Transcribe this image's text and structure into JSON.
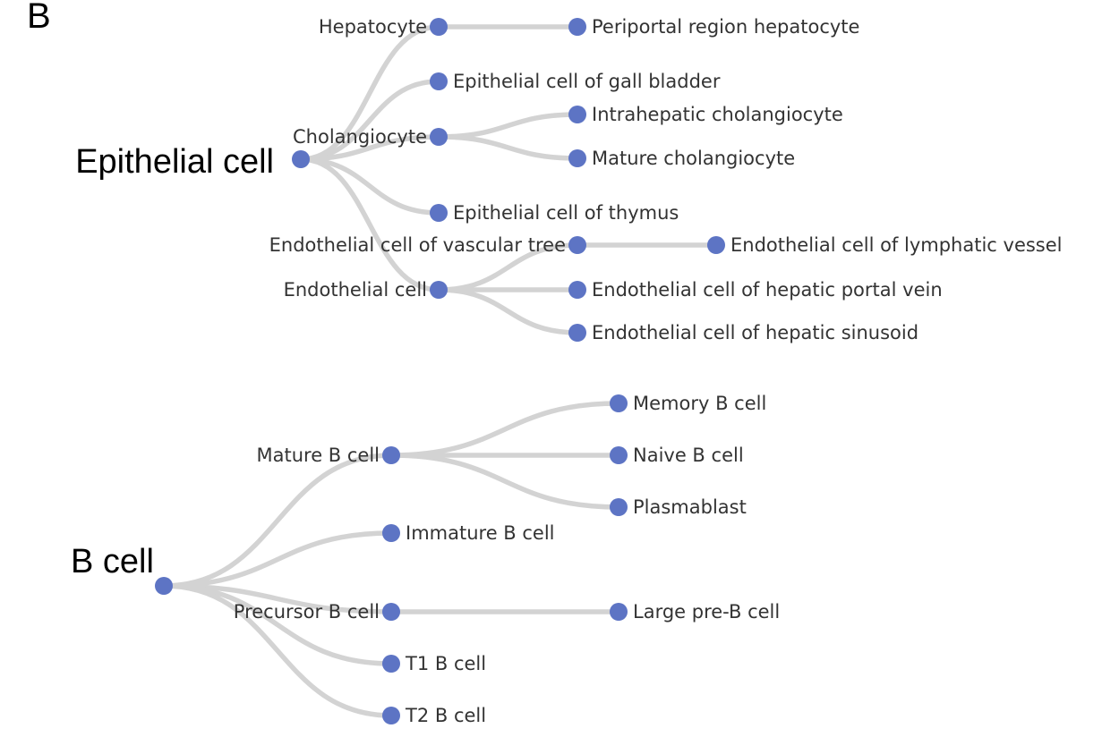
{
  "panel_label": "B",
  "colors": {
    "node": "#5d74c4",
    "link": "#d3d3d3",
    "label": "#333333"
  },
  "trees": [
    {
      "id": "epithelial",
      "label": "Epithelial cell",
      "children": [
        {
          "label": "Hepatocyte",
          "children": [
            {
              "label": "Periportal region hepatocyte"
            }
          ]
        },
        {
          "label": "Epithelial cell of gall bladder"
        },
        {
          "label": "Cholangiocyte",
          "children": [
            {
              "label": "Intrahepatic cholangiocyte"
            },
            {
              "label": "Mature cholangiocyte"
            }
          ]
        },
        {
          "label": "Epithelial cell of thymus"
        },
        {
          "label": "Endothelial cell",
          "children": [
            {
              "label": "Endothelial cell of vascular tree",
              "children": [
                {
                  "label": "Endothelial cell of lymphatic vessel"
                }
              ]
            },
            {
              "label": "Endothelial cell of hepatic portal vein"
            },
            {
              "label": "Endothelial cell of hepatic sinusoid"
            }
          ]
        }
      ]
    },
    {
      "id": "bcell",
      "label": "B cell",
      "children": [
        {
          "label": "Mature B cell",
          "children": [
            {
              "label": "Memory B cell"
            },
            {
              "label": "Naive B cell"
            },
            {
              "label": "Plasmablast"
            }
          ]
        },
        {
          "label": "Immature B cell"
        },
        {
          "label": "Precursor B cell",
          "children": [
            {
              "label": "Large pre-B cell"
            }
          ]
        },
        {
          "label": "T1 B cell"
        },
        {
          "label": "T2 B cell"
        }
      ]
    }
  ]
}
